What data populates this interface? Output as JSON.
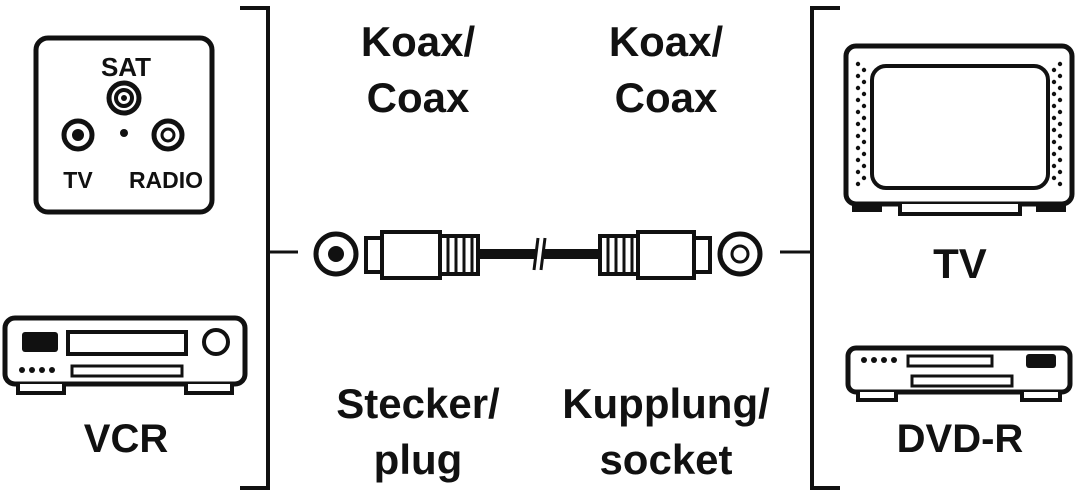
{
  "wall_socket": {
    "sat_label": "SAT",
    "tv_label": "TV",
    "radio_label": "RADIO"
  },
  "left_devices": {
    "vcr_label": "VCR"
  },
  "cable": {
    "left_top_line1": "Koax/",
    "left_top_line2": "Coax",
    "right_top_line1": "Koax/",
    "right_top_line2": "Coax",
    "left_bottom_line1": "Stecker/",
    "left_bottom_line2": "plug",
    "right_bottom_line1": "Kupplung/",
    "right_bottom_line2": "socket"
  },
  "right_devices": {
    "tv_label": "TV",
    "dvdr_label": "DVD-R"
  },
  "colors": {
    "ink": "#111111",
    "paper": "#ffffff",
    "shade": "#cfcfcf"
  },
  "icons": [
    "wall-socket-icon",
    "vcr-icon",
    "coax-plug-icon",
    "coax-socket-icon",
    "tv-icon",
    "dvd-recorder-icon"
  ]
}
